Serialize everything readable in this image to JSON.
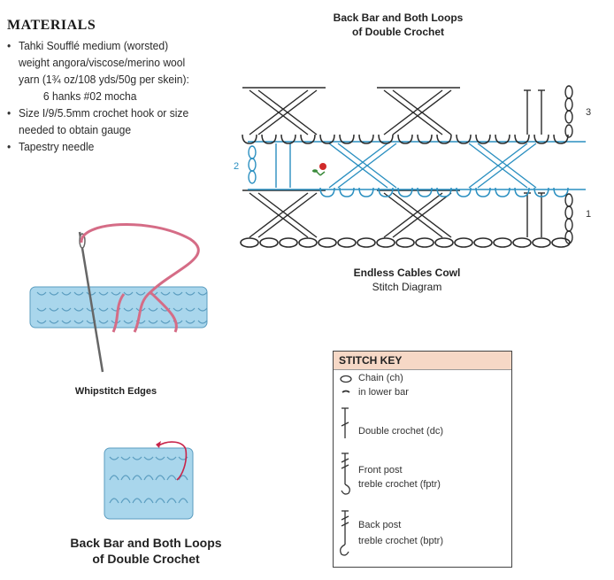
{
  "materials": {
    "title": "MATERIALS",
    "items": [
      [
        "Tahki Soufflé medium  (worsted)",
        "weight angora/viscose/merino wool",
        "yarn (1¾ oz/108 yds/50g per skein):",
        "6 hanks #02 mocha"
      ],
      [
        "Size I/9/5.5mm crochet hook or size",
        "needed to obtain gauge"
      ],
      [
        "Tapestry needle"
      ]
    ]
  },
  "top_diagram": {
    "title_line1": "Back Bar and Both Loops",
    "title_line2": "of Double Crochet"
  },
  "cowl_diagram": {
    "caption_line1": "Endless Cables Cowl",
    "caption_line2": "Stitch Diagram",
    "row_labels": [
      "3",
      "2",
      "1"
    ]
  },
  "whipstitch": {
    "caption": "Whipstitch Edges"
  },
  "bottom_diagram": {
    "caption_line1": "Back Bar and Both Loops",
    "caption_line2": "of Double Crochet"
  },
  "stitch_key": {
    "header": "STITCH KEY",
    "entries": {
      "chain": "Chain (ch)",
      "lower_bar": "in lower bar",
      "dc": "Double crochet (dc)",
      "fptr_line1": "Front post",
      "fptr_line2": "treble crochet (fptr)",
      "bptr_line1": "Back post",
      "bptr_line2": "treble crochet (bptr)"
    }
  },
  "colors": {
    "black_stitch": "#2a2a2a",
    "blue_stitch": "#2a8fc0",
    "fabric_blue": "#a9d6ec",
    "yarn_pink": "#d56c86",
    "key_header": "#f6d8c6"
  }
}
